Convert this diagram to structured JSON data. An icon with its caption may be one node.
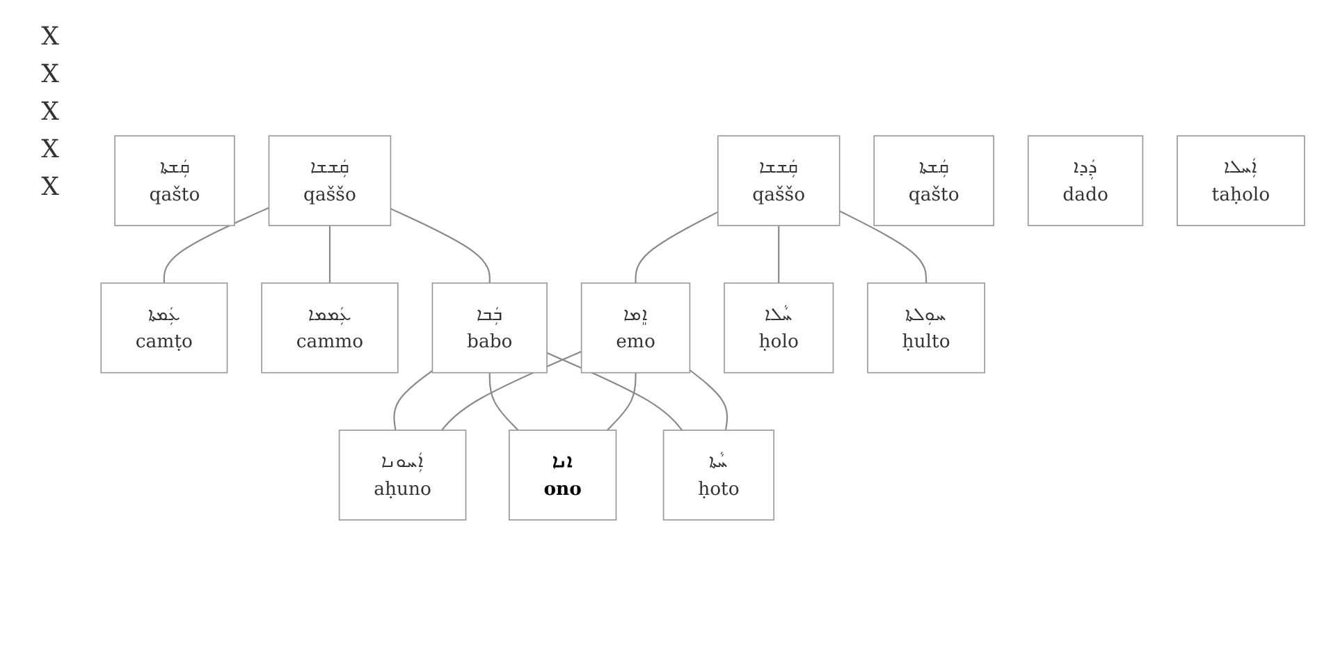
{
  "diagram": {
    "nodes": [
      {
        "text": [
          "ܩܲܫܬܐ",
          "qašto"
        ]
      },
      {
        "text": [
          "ܩܲܫܫܐ",
          "qaššo"
        ]
      },
      {
        "text": [
          "ܩܲܫܫܐ",
          "qaššo"
        ]
      },
      {
        "text": [
          "ܩܲܫܬܐ",
          "qašto"
        ]
      },
      {
        "text": [
          "ܥܲܡܬܐ",
          "camṭo"
        ]
      },
      {
        "text": [
          "ܥܲܡܡܐ",
          "cammo"
        ]
      },
      {
        "text": [
          "ܒܲܒܐ",
          "babo"
        ]
      },
      {
        "text": [
          "ܐܸܡܐ",
          "emo"
        ]
      },
      {
        "text": [
          "ܚܵܠܐ",
          "ḥolo"
        ]
      },
      {
        "text": [
          "ܚܘܼܠܬܐ",
          "ḥulto"
        ]
      },
      {
        "text": [
          "ܕܲܕܐ",
          "dado"
        ]
      },
      {
        "text": [
          "ܐܲܚܠܐ",
          "taḥolo"
        ]
      },
      {
        "text": [
          "ܐܲܚܘܢܐ",
          "aḥuno"
        ]
      },
      {
        "text": [
          "ܐܢܐ",
          "ono"
        ]
      },
      {
        "text": [
          "ܚܵܬܐ",
          "ḥoto"
        ]
      }
    ],
    "edges": [
      {
        "from": 1,
        "to": 4,
        "arrow": "none"
      },
      {
        "from": 1,
        "to": 5,
        "arrow": "none"
      },
      {
        "from": 1,
        "to": 6,
        "arrow": "none"
      },
      {
        "from": 2,
        "to": 7,
        "arrow": "none"
      },
      {
        "from": 2,
        "to": 8,
        "arrow": "none"
      },
      {
        "from": 2,
        "to": 9,
        "arrow": "none"
      },
      {
        "from": 6,
        "to": 12,
        "arrow": "none"
      },
      {
        "from": 6,
        "to": 13,
        "arrow": "none"
      },
      {
        "from": 6,
        "to": 14,
        "arrow": "none"
      },
      {
        "from": 7,
        "to": 12,
        "arrow": "none"
      },
      {
        "from": 7,
        "to": 13,
        "arrow": "none"
      },
      {
        "from": 7,
        "to": 14,
        "arrow": "none"
      }
    ],
    "labels": [
      "X",
      "X",
      "X",
      "X",
      "X"
    ]
  }
}
